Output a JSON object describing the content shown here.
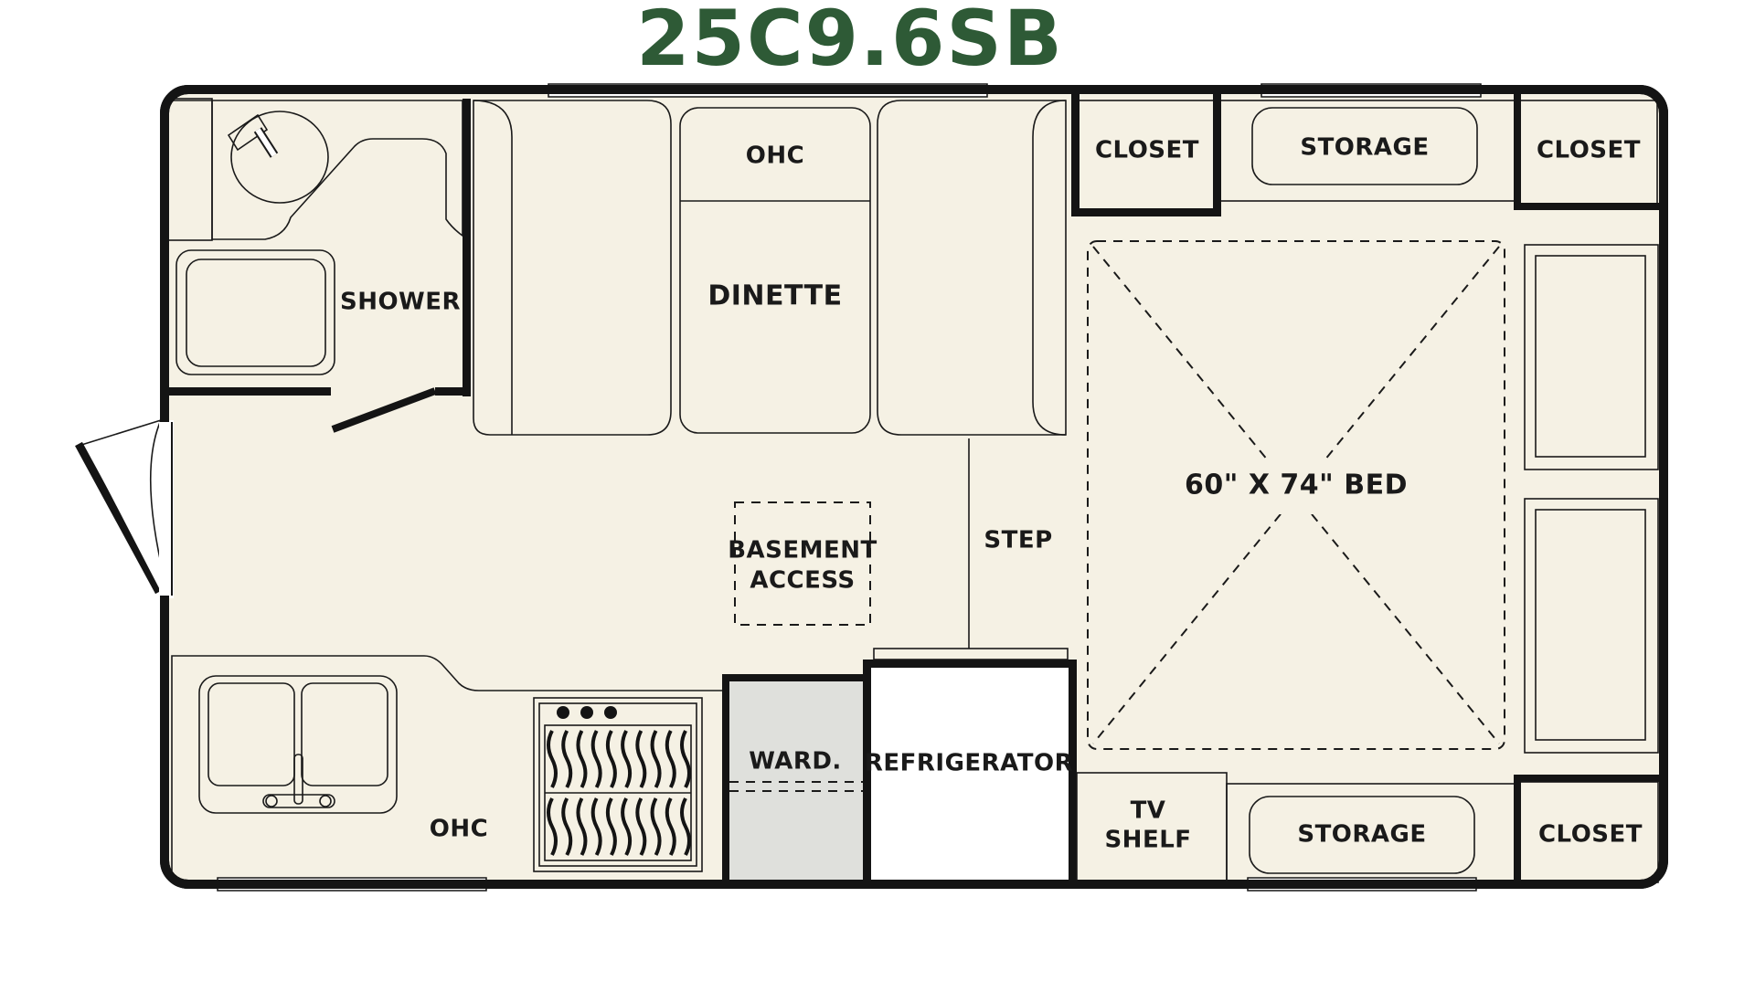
{
  "title": "25C9.6SB",
  "colors": {
    "title": "#2e5a36",
    "floor": "#f5f1e4",
    "cabinet": "#dfe0dc",
    "cabinet_dark": "#d3d5d1",
    "wall": "#141414",
    "window": "#ffffff"
  },
  "rooms": {
    "shower": "SHOWER",
    "dinette_ohc": "OHC",
    "dinette": "DINETTE",
    "closet_top_left": "CLOSET",
    "storage_top": "STORAGE",
    "closet_top_right": "CLOSET",
    "bed": "60\" X 74\" BED",
    "basement_line1": "BASEMENT",
    "basement_line2": "ACCESS",
    "step": "STEP",
    "galley_ohc": "OHC",
    "wardrobe": "WARD.",
    "refrigerator": "REFRIGERATOR",
    "tv_line1": "TV",
    "tv_line2": "SHELF",
    "storage_bottom": "STORAGE",
    "closet_bottom_right": "CLOSET"
  },
  "icons": {
    "toilet": "toilet-icon",
    "lavatory": "sink-icon",
    "galley_sink": "double-sink-icon",
    "faucet": "faucet-icon",
    "cooktop": "cooktop-icon",
    "door": "entry-door-icon"
  }
}
